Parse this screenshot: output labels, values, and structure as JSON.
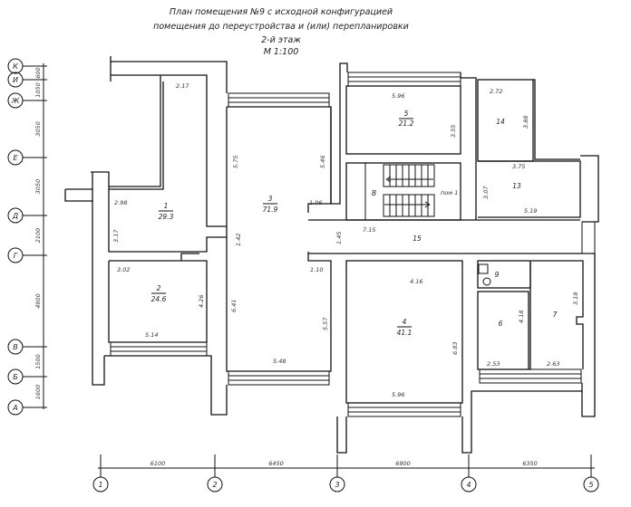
{
  "title": {
    "line1": "План помещения №9 с исходной конфигурацией",
    "line2": "помещения до переустройства и (или) перепланировки",
    "line3": "2-й этаж",
    "line4": "М 1:100"
  },
  "row_axes": [
    {
      "label": "К"
    },
    {
      "label": "И"
    },
    {
      "label": "Ж"
    },
    {
      "label": "Е"
    },
    {
      "label": "Д"
    },
    {
      "label": "Г"
    },
    {
      "label": "В"
    },
    {
      "label": "Б"
    },
    {
      "label": "А"
    }
  ],
  "row_dims": [
    "600",
    "1050",
    "3050",
    "3050",
    "2100",
    "4900",
    "1500",
    "1600"
  ],
  "col_axes": [
    {
      "label": "1"
    },
    {
      "label": "2"
    },
    {
      "label": "3"
    },
    {
      "label": "4"
    },
    {
      "label": "5"
    }
  ],
  "col_dims": [
    "6100",
    "6450",
    "6900",
    "6350"
  ],
  "rooms": {
    "r1": {
      "num": "1",
      "area": "29.3",
      "d1": "2.98",
      "d2": "3.17",
      "d3": "2.17"
    },
    "r2": {
      "num": "2",
      "area": "24.6",
      "d1": "3.02",
      "d2": "4.26",
      "d3": "5.14"
    },
    "r3": {
      "num": "3",
      "area": "71.9",
      "d1": "5.75",
      "d2": "5.46",
      "d3": "1.06",
      "d4": "1.42",
      "d5": "1.10",
      "d6": "6.41",
      "d7": "5.57",
      "d8": "5.48",
      "d9": "1.45"
    },
    "r4": {
      "num": "4",
      "area": "41.1",
      "d1": "4.16",
      "d2": "6.83",
      "d3": "5.96"
    },
    "r5": {
      "num": "5",
      "area": "21.2",
      "d1": "5.96",
      "d2": "3.55"
    },
    "r6": {
      "num": "6",
      "d1": "4.18",
      "d2": "2.53"
    },
    "r7": {
      "num": "7",
      "d1": "3.18",
      "d2": "2.63"
    },
    "r9": {
      "num": "9"
    },
    "r13": {
      "num": "13",
      "d1": "3.75",
      "d2": "3.07",
      "d3": "5.19"
    },
    "r14": {
      "num": "14",
      "d1": "2.72",
      "d2": "3.88"
    },
    "r15": {
      "num": "15",
      "d1": "7.15"
    },
    "stair": {
      "label": "В",
      "note": "пом 1"
    }
  }
}
